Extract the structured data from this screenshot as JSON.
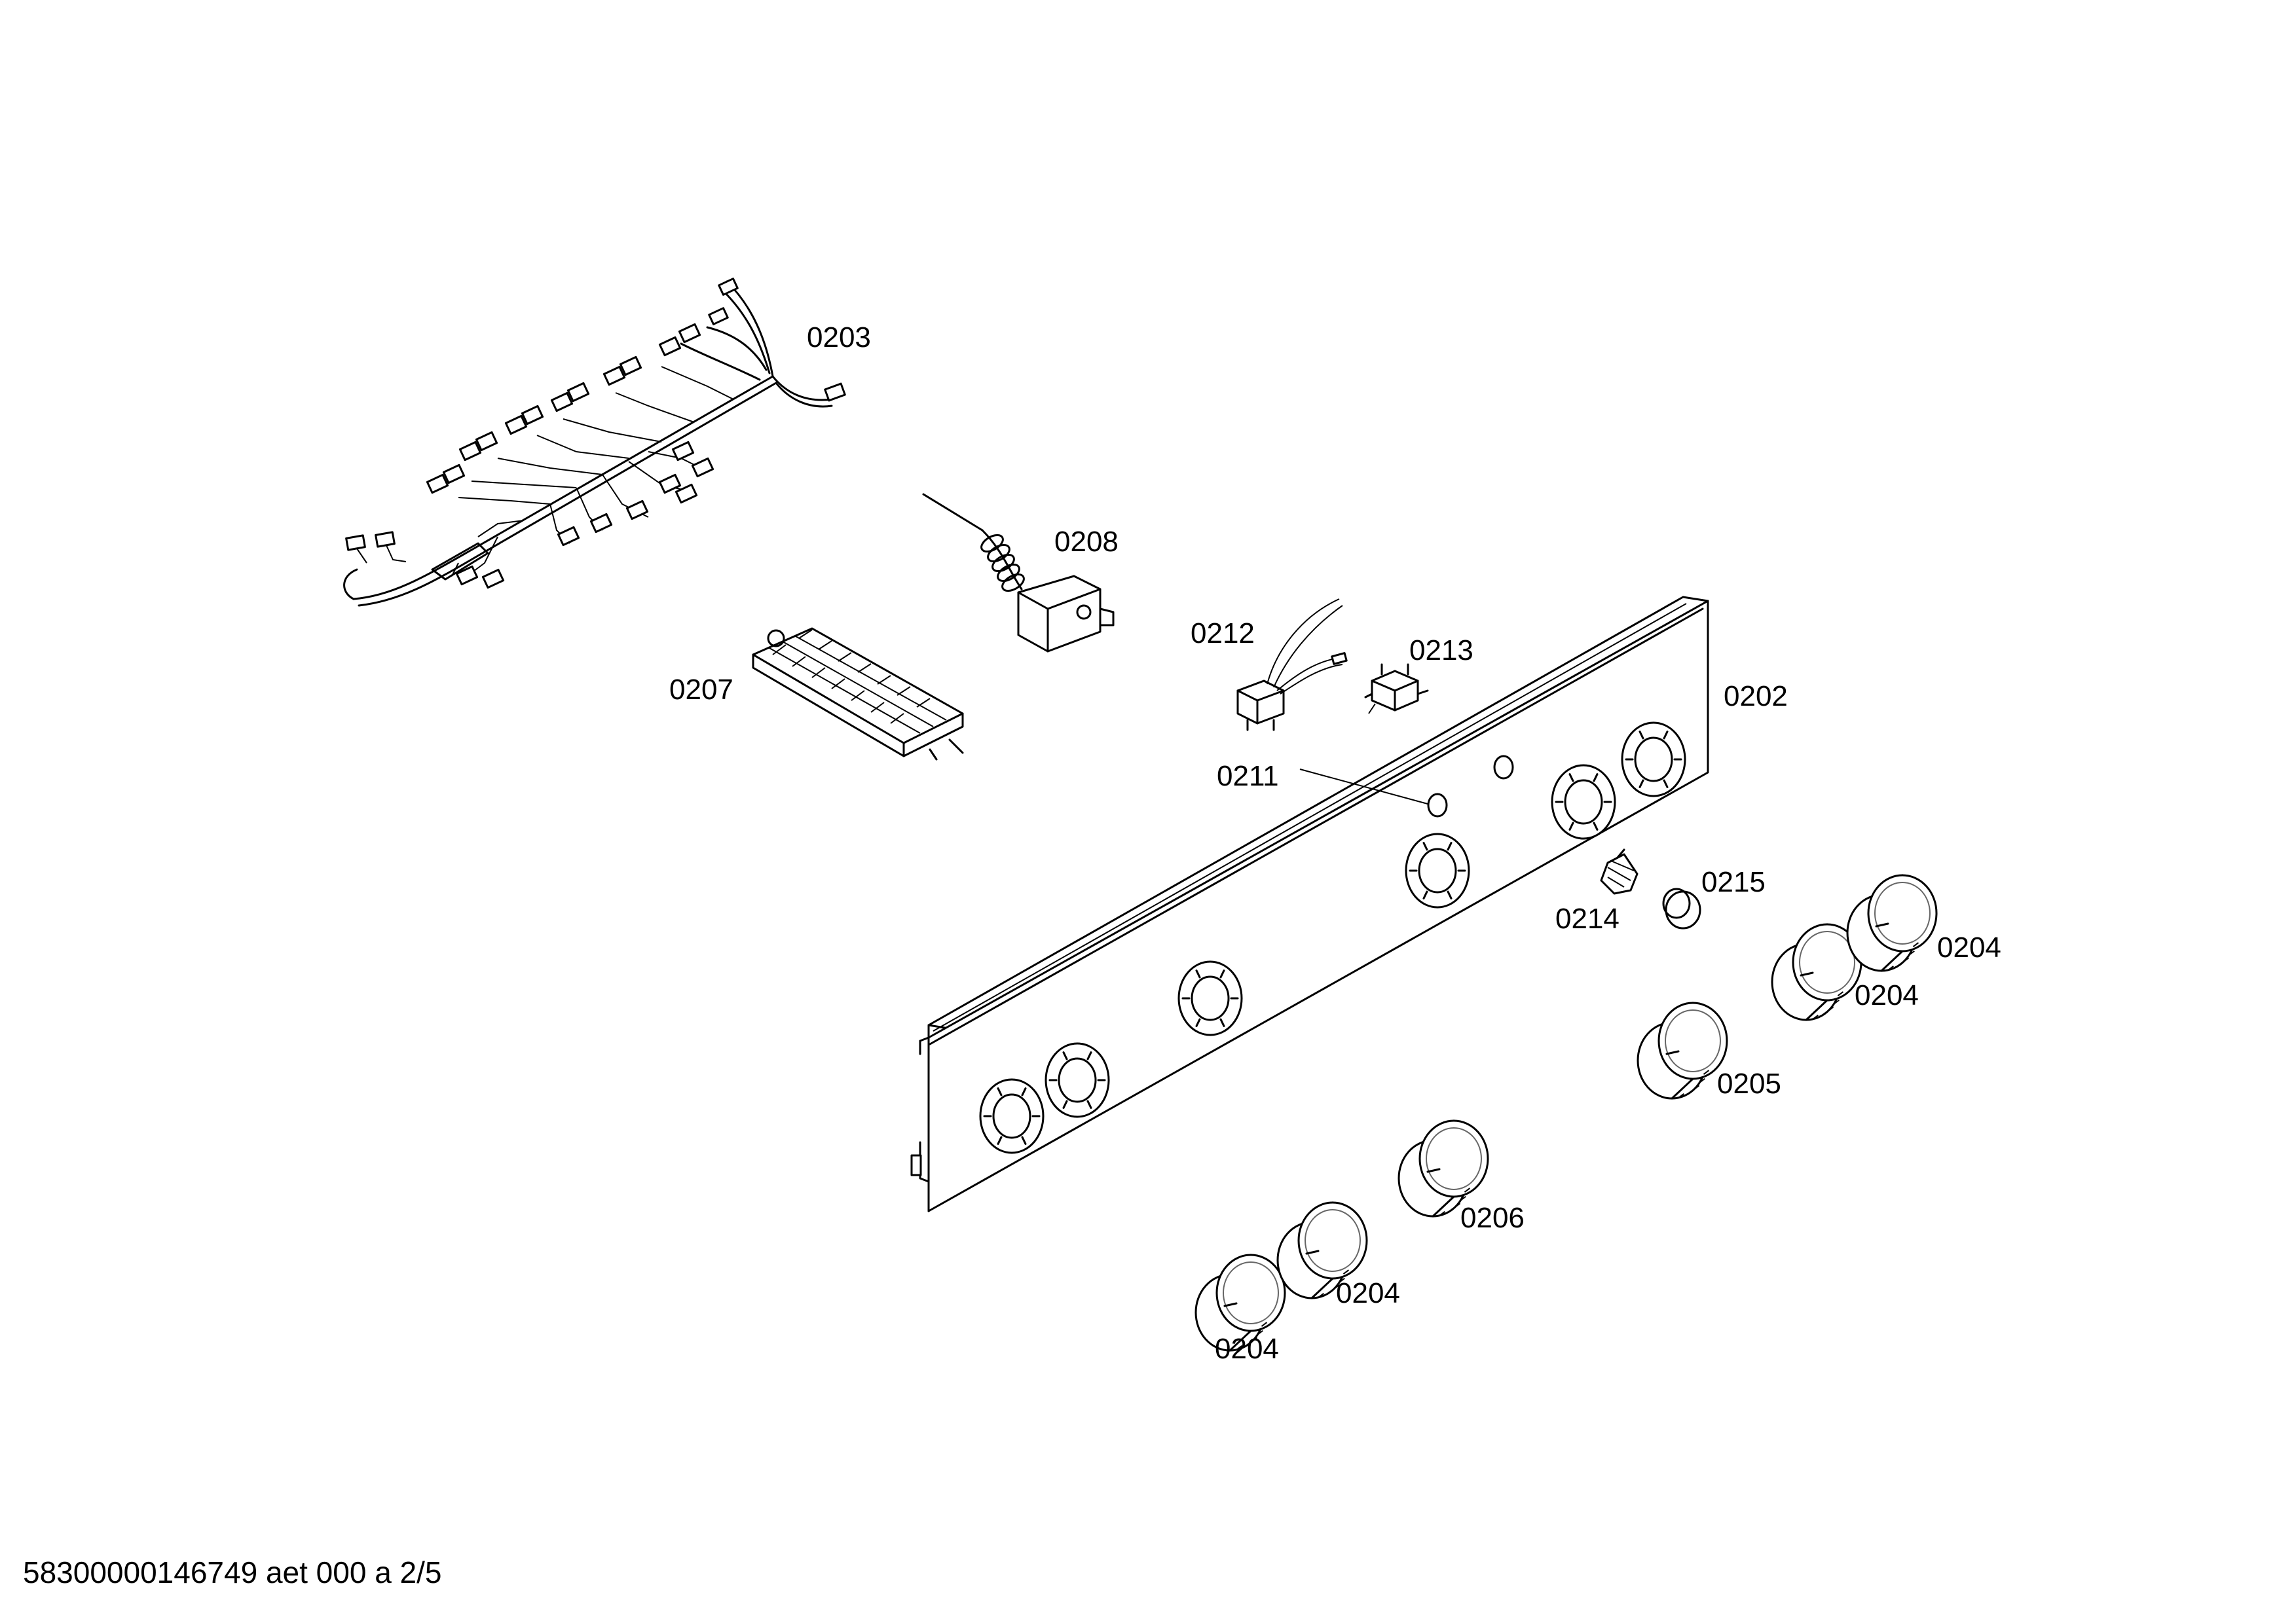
{
  "labels": {
    "p0202": "0202",
    "p0203": "0203",
    "p0204_a": "0204",
    "p0204_b": "0204",
    "p0204_c": "0204",
    "p0204_d": "0204",
    "p0205": "0205",
    "p0206": "0206",
    "p0207": "0207",
    "p0208": "0208",
    "p0211": "0211",
    "p0212": "0212",
    "p0213": "0213",
    "p0214": "0214",
    "p0215": "0215"
  },
  "footer": "58300000146749 aet 000 a 2/5"
}
